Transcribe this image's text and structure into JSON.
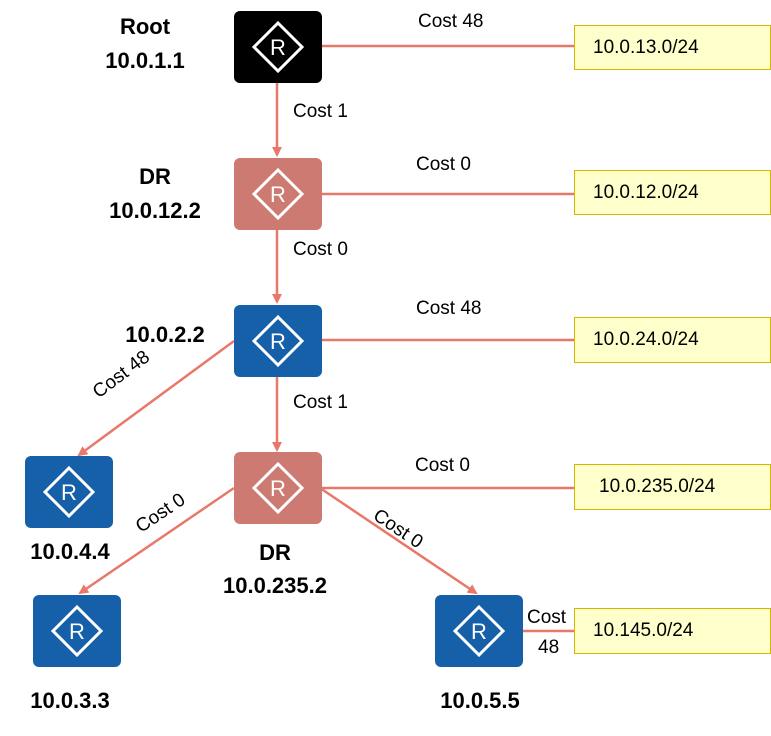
{
  "colors": {
    "root": "#000000",
    "dr": "#cd7b72",
    "router": "#1560a8",
    "link": "#e8786a",
    "net_fill": "#ffffcc",
    "net_border": "#d4b800"
  },
  "router_icon": "router-diamond-R-icon",
  "routers": {
    "root": {
      "line1": "Root",
      "line2": "10.0.1.1"
    },
    "dr1": {
      "line1": "DR",
      "line2": "10.0.12.2"
    },
    "r22": {
      "line1": "10.0.2.2"
    },
    "dr2": {
      "line1": "DR",
      "line2": "10.0.235.2"
    },
    "r44": {
      "line1": "10.0.4.4"
    },
    "r33": {
      "line1": "10.0.3.3"
    },
    "r55": {
      "line1": "10.0.5.5"
    }
  },
  "networks": {
    "n13": "10.0.13.0/24",
    "n12": "10.0.12.0/24",
    "n24": "10.0.24.0/24",
    "n235": "10.0.235.0/24",
    "n145": "10.145.0/24"
  },
  "costs": {
    "root_n13": "Cost 48",
    "root_dr1": "Cost 1",
    "dr1_n12": "Cost 0",
    "dr1_r22": "Cost 0",
    "r22_n24": "Cost 48",
    "r22_r44": "Cost 48",
    "r22_dr2": "Cost 1",
    "dr2_n235": "Cost 0",
    "dr2_r33": "Cost 0",
    "dr2_r55": "Cost 0",
    "r55_n145_line1": "Cost",
    "r55_n145_line2": "48"
  }
}
